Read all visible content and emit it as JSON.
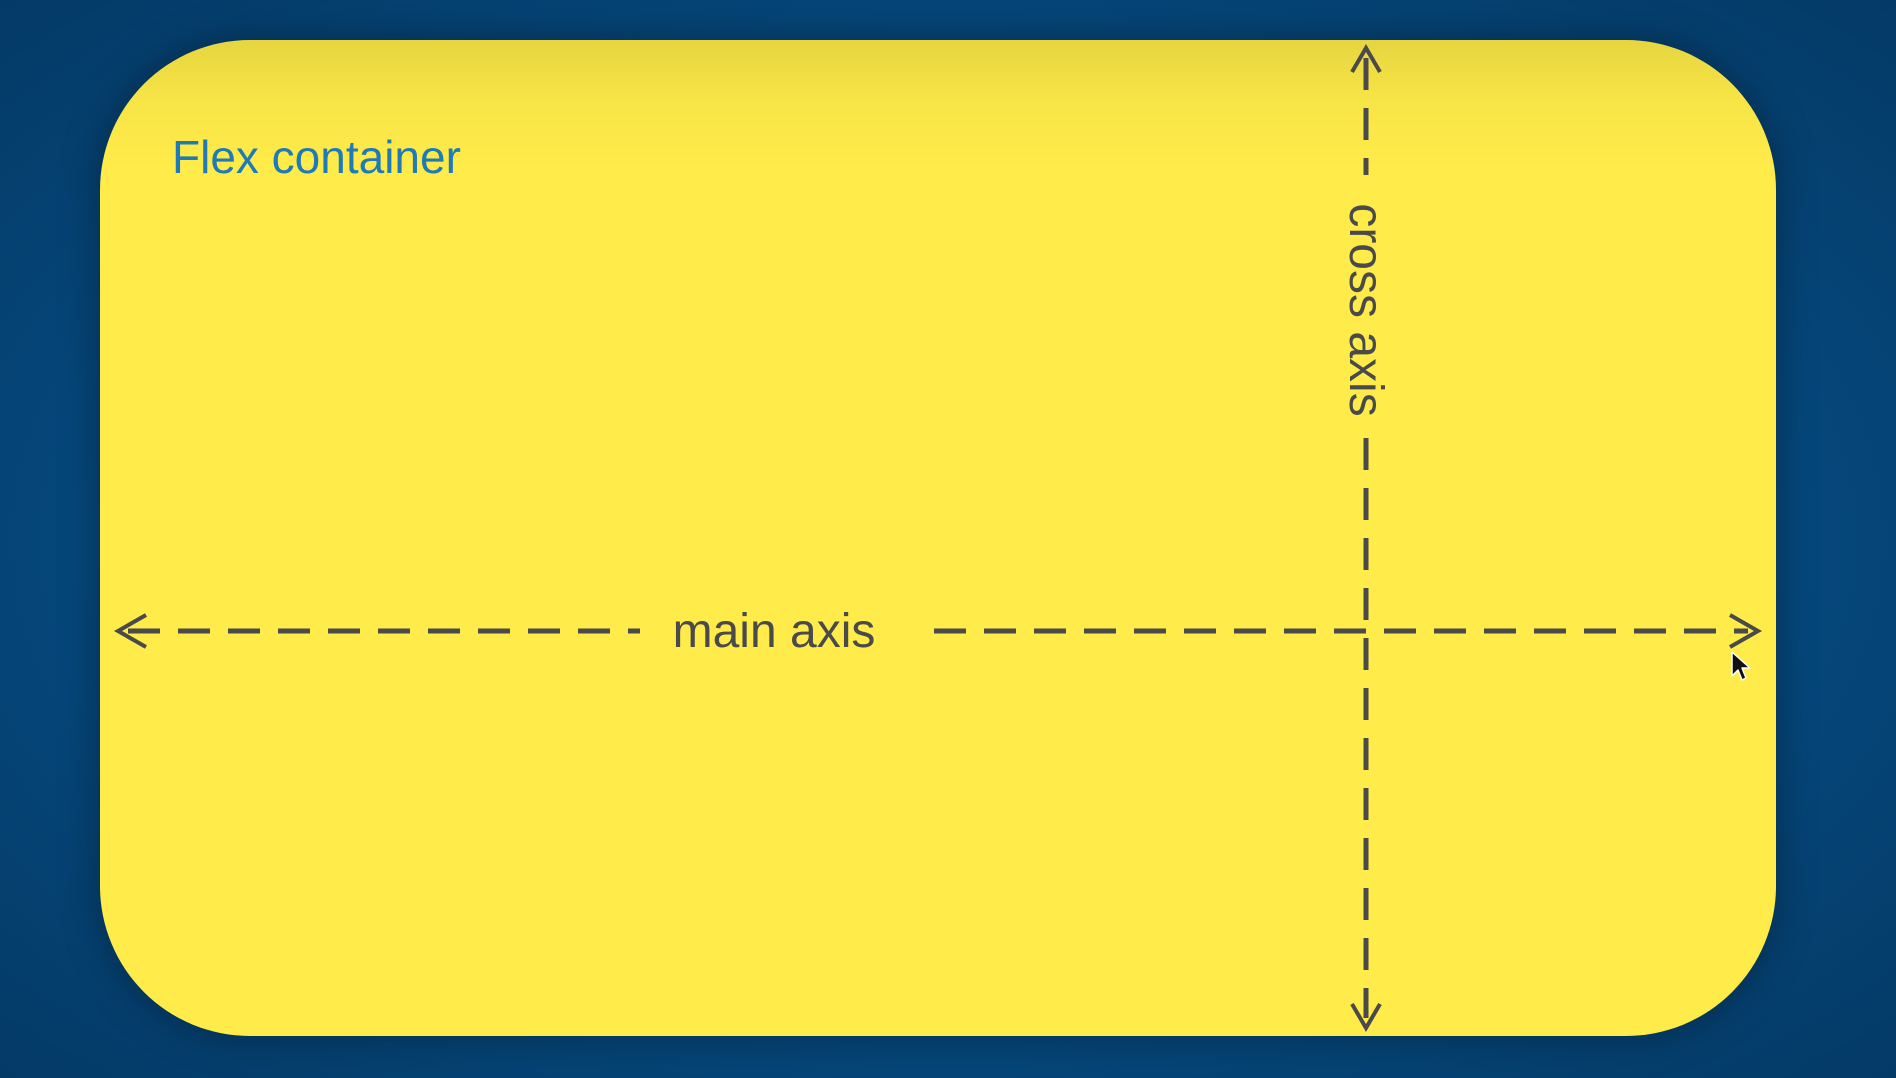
{
  "container": {
    "title": "Flex container"
  },
  "axes": {
    "main_label": "main axis",
    "cross_label": "cross axis"
  },
  "colors": {
    "background": "#064a80",
    "container_fill": "#ffec4a",
    "title_text": "#1f7ab5",
    "axis_lines": "#4a4a4a"
  },
  "icons": {
    "pointer": "mouse-cursor-icon"
  }
}
